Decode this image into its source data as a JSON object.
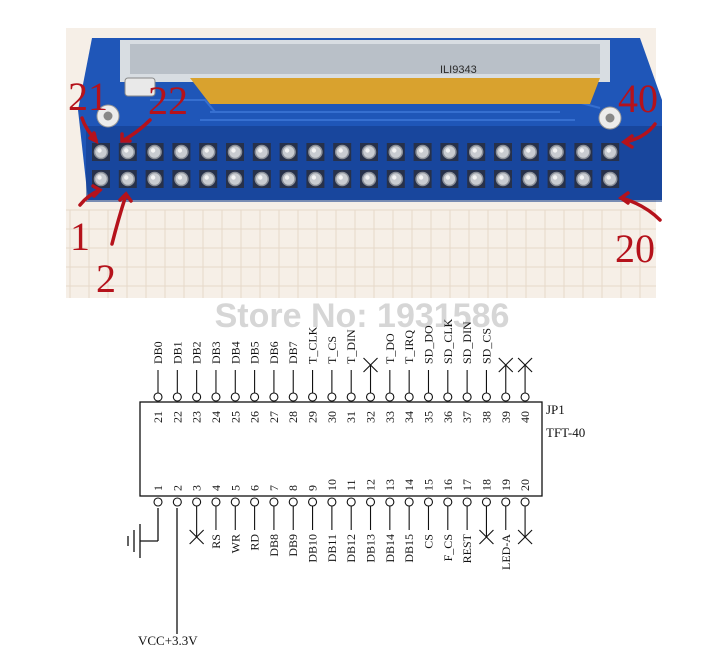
{
  "photo": {
    "pin_markers": [
      "21",
      "22",
      "40",
      "1",
      "2",
      "20"
    ],
    "chip_label": "ILI9343"
  },
  "watermark": "Store No: 1931586",
  "schematic": {
    "connector_name": "JP1",
    "connector_type": "TFT-40",
    "top_row": [
      {
        "pin": "21",
        "signal": "DB0"
      },
      {
        "pin": "22",
        "signal": "DB1"
      },
      {
        "pin": "23",
        "signal": "DB2"
      },
      {
        "pin": "24",
        "signal": "DB3"
      },
      {
        "pin": "25",
        "signal": "DB4"
      },
      {
        "pin": "26",
        "signal": "DB5"
      },
      {
        "pin": "27",
        "signal": "DB6"
      },
      {
        "pin": "28",
        "signal": "DB7"
      },
      {
        "pin": "29",
        "signal": "T_CLK"
      },
      {
        "pin": "30",
        "signal": "T_CS"
      },
      {
        "pin": "31",
        "signal": "T_DIN"
      },
      {
        "pin": "32",
        "signal": ""
      },
      {
        "pin": "33",
        "signal": "T_DO"
      },
      {
        "pin": "34",
        "signal": "T_IRQ"
      },
      {
        "pin": "35",
        "signal": "SD_DO"
      },
      {
        "pin": "36",
        "signal": "SD_CLK"
      },
      {
        "pin": "37",
        "signal": "SD_DIN"
      },
      {
        "pin": "38",
        "signal": "SD_CS"
      },
      {
        "pin": "39",
        "signal": ""
      },
      {
        "pin": "40",
        "signal": ""
      }
    ],
    "bottom_row": [
      {
        "pin": "1",
        "signal": ""
      },
      {
        "pin": "2",
        "signal": ""
      },
      {
        "pin": "3",
        "signal": ""
      },
      {
        "pin": "4",
        "signal": "RS"
      },
      {
        "pin": "5",
        "signal": "WR"
      },
      {
        "pin": "6",
        "signal": "RD"
      },
      {
        "pin": "7",
        "signal": "DB8"
      },
      {
        "pin": "8",
        "signal": "DB9"
      },
      {
        "pin": "9",
        "signal": "DB10"
      },
      {
        "pin": "10",
        "signal": "DB11"
      },
      {
        "pin": "11",
        "signal": "DB12"
      },
      {
        "pin": "12",
        "signal": "DB13"
      },
      {
        "pin": "13",
        "signal": "DB14"
      },
      {
        "pin": "14",
        "signal": "DB15"
      },
      {
        "pin": "15",
        "signal": "CS"
      },
      {
        "pin": "16",
        "signal": "F_CS"
      },
      {
        "pin": "17",
        "signal": "REST"
      },
      {
        "pin": "18",
        "signal": ""
      },
      {
        "pin": "19",
        "signal": "LED-A"
      },
      {
        "pin": "20",
        "signal": ""
      }
    ],
    "vcc_label": "VCC+3.3V"
  },
  "colors": {
    "pcb": "#1f56b8",
    "pcb_dark": "#123b86",
    "marker": "#b5121b",
    "ribbon": "#d9a22e"
  }
}
